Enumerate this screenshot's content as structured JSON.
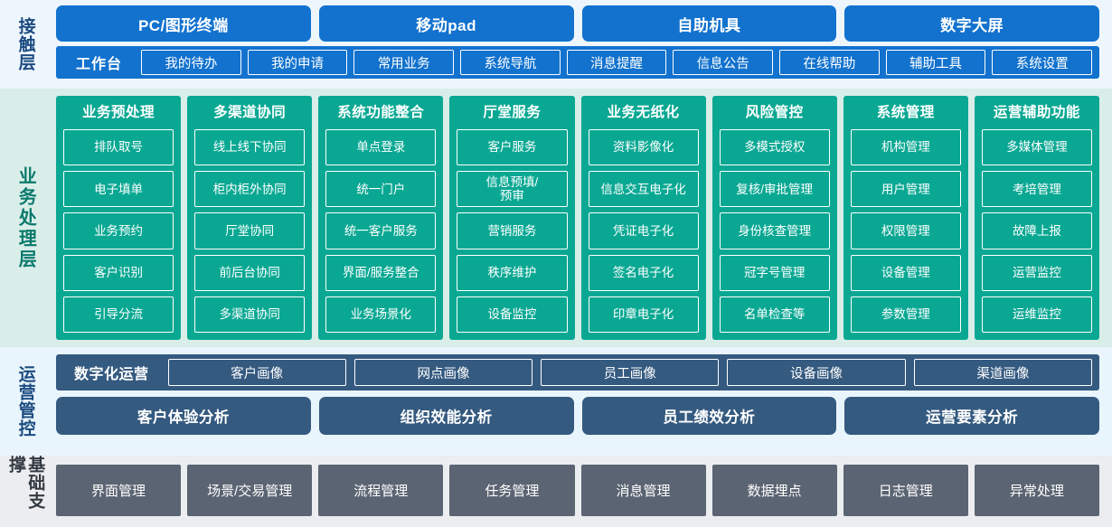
{
  "layers": {
    "contact": {
      "label": "接触层",
      "channels": [
        "PC/图形终端",
        "移动pad",
        "自助机具",
        "数字大屏"
      ],
      "workbench_title": "工作台",
      "workbench_items": [
        "我的待办",
        "我的申请",
        "常用业务",
        "系统导航",
        "消息提醒",
        "信息公告",
        "在线帮助",
        "辅助工具",
        "系统设置"
      ]
    },
    "business": {
      "label": "业务处理层",
      "columns": [
        {
          "title": "业务预处理",
          "items": [
            "排队取号",
            "电子填单",
            "业务预约",
            "客户识别",
            "引导分流"
          ]
        },
        {
          "title": "多渠道协同",
          "items": [
            "线上线下协同",
            "柜内柜外协同",
            "厅堂协同",
            "前后台协同",
            "多渠道协同"
          ]
        },
        {
          "title": "系统功能整合",
          "items": [
            "单点登录",
            "统一门户",
            "统一客户服务",
            "界面/服务整合",
            "业务场景化"
          ]
        },
        {
          "title": "厅堂服务",
          "items": [
            "客户服务",
            "信息预填/\n预审",
            "营销服务",
            "秩序维护",
            "设备监控"
          ]
        },
        {
          "title": "业务无纸化",
          "items": [
            "资料影像化",
            "信息交互电子化",
            "凭证电子化",
            "签名电子化",
            "印章电子化"
          ]
        },
        {
          "title": "风险管控",
          "items": [
            "多模式授权",
            "复核/审批管理",
            "身份核查管理",
            "冠字号管理",
            "名单检查等"
          ]
        },
        {
          "title": "系统管理",
          "items": [
            "机构管理",
            "用户管理",
            "权限管理",
            "设备管理",
            "参数管理"
          ]
        },
        {
          "title": "运营辅助功能",
          "items": [
            "多媒体管理",
            "考培管理",
            "故障上报",
            "运营监控",
            "运维监控"
          ]
        }
      ]
    },
    "operations": {
      "label": "运营管控",
      "digital_title": "数字化运营",
      "portrait_items": [
        "客户画像",
        "网点画像",
        "员工画像",
        "设备画像",
        "渠道画像"
      ],
      "analysis_items": [
        "客户体验分析",
        "组织效能分析",
        "员工绩效分析",
        "运营要素分析"
      ]
    },
    "foundation": {
      "label": "基础支撑",
      "items": [
        "界面管理",
        "场景/交易管理",
        "流程管理",
        "任务管理",
        "消息管理",
        "数据埋点",
        "日志管理",
        "异常处理"
      ]
    }
  },
  "colors": {
    "contact_bg": "#eef6fd",
    "contact_blue": "#1272ce",
    "business_bg": "#daeee9",
    "business_teal": "#0aa893",
    "operations_bg": "#e9f5fc",
    "operations_navy": "#355a80",
    "foundation_bg": "#ebedf0",
    "foundation_slate": "#5b6472"
  }
}
